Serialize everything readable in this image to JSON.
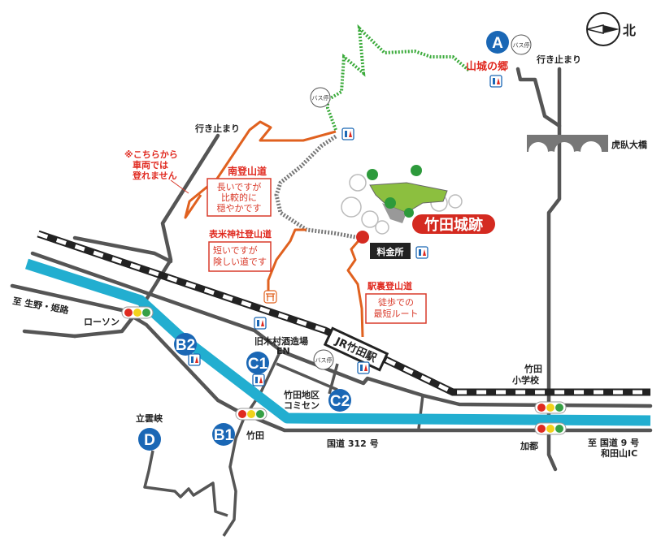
{
  "colors": {
    "river": "#22aed0",
    "road": "#555555",
    "trail": "#e0611f",
    "green_trail": "#3aaa3a",
    "marker": "#1a67b5",
    "accent": "#e02a20"
  },
  "compass": {
    "north_label": "北"
  },
  "castle": {
    "name": "竹田城跡",
    "gate": "料金所"
  },
  "station": {
    "name": "JR竹田駅"
  },
  "markers": {
    "a": "A",
    "b1": "B1",
    "b2": "B2",
    "c1": "C1",
    "c2": "C2",
    "d": "D"
  },
  "bus_stop_label": "バス停",
  "places": {
    "yamashiro": "山城の郷",
    "dead_end_north": "行き止まり",
    "dead_end_west": "行き止まり",
    "bridge": "虎臥大橋",
    "no_car_note": [
      "※こちらから",
      "車両では",
      "登れません"
    ],
    "kimura": "旧木村酒造場",
    "en": "EN",
    "community": [
      "竹田地区",
      "コミセン"
    ],
    "school": [
      "竹田",
      "小学校"
    ],
    "lawson": "ローソン",
    "to_ikuno": "至 生野・姫路",
    "takeda": "竹田",
    "route312": "国道 312 号",
    "kato": "加都",
    "to_route9": [
      "至 国道 9 号",
      "和田山IC"
    ],
    "tatsunkyo": "立雲峡"
  },
  "trails": {
    "south": {
      "name": "南登山道",
      "desc": [
        "長いですが",
        "比較的に",
        "穏やかです"
      ]
    },
    "hyomai": {
      "name": "表米神社登山道",
      "desc": [
        "短いですが",
        "険しい道です"
      ]
    },
    "ekiura": {
      "name": "駅裏登山道",
      "desc": [
        "徒歩での",
        "最短ルート"
      ]
    }
  }
}
